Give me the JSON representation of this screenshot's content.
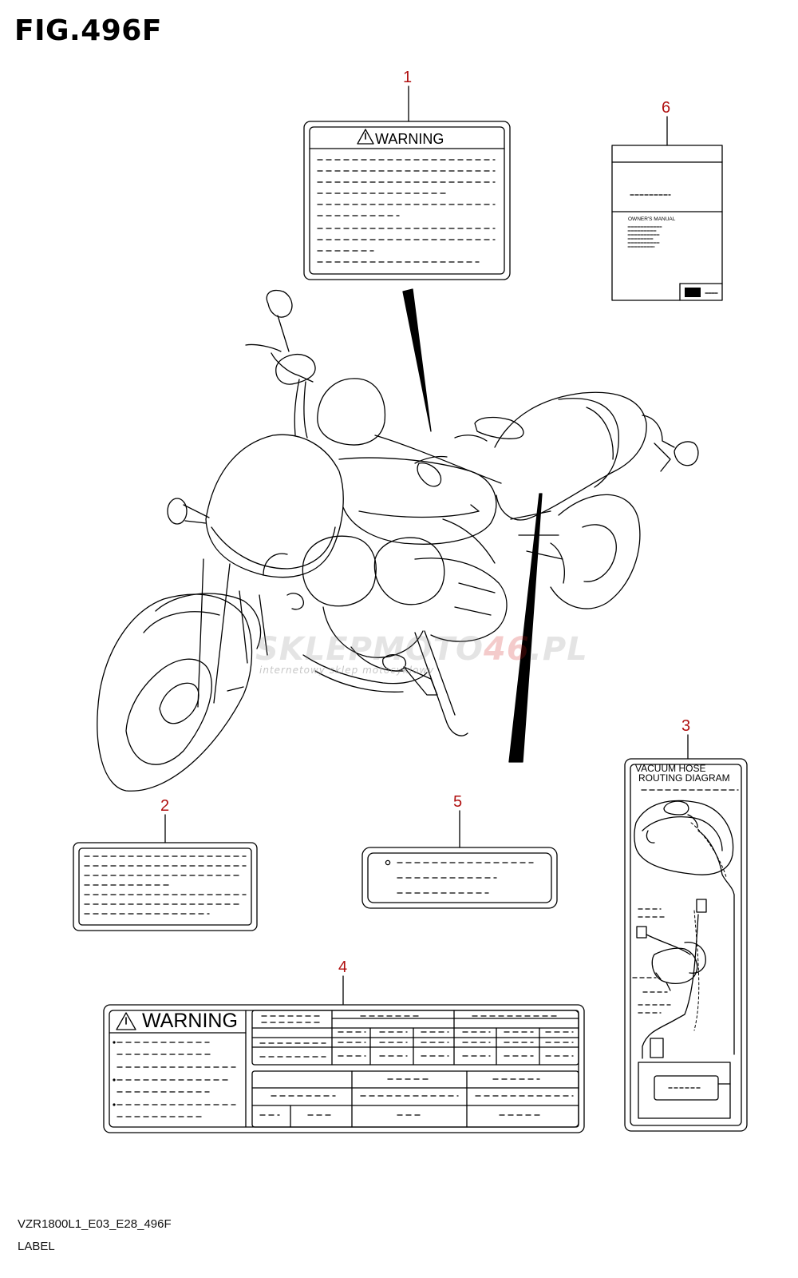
{
  "figure": {
    "title": "FIG.496F",
    "footer_code": "VZR1800L1_E03_E28_496F",
    "footer_name": "LABEL"
  },
  "callouts": [
    "1",
    "2",
    "3",
    "4",
    "5",
    "6"
  ],
  "labels": {
    "warning_1": "WARNING",
    "warning_4": "WARNING",
    "owners_manual": "OWNER'S MANUAL",
    "vacuum_title_1": "VACUUM HOSE",
    "vacuum_title_2": "ROUTING DIAGRAM"
  },
  "watermark": {
    "part_a": "SKLEPMOTO",
    "part_b": "46",
    "part_c": ".PL",
    "sub": "internetowy sklep motocyklowy"
  }
}
